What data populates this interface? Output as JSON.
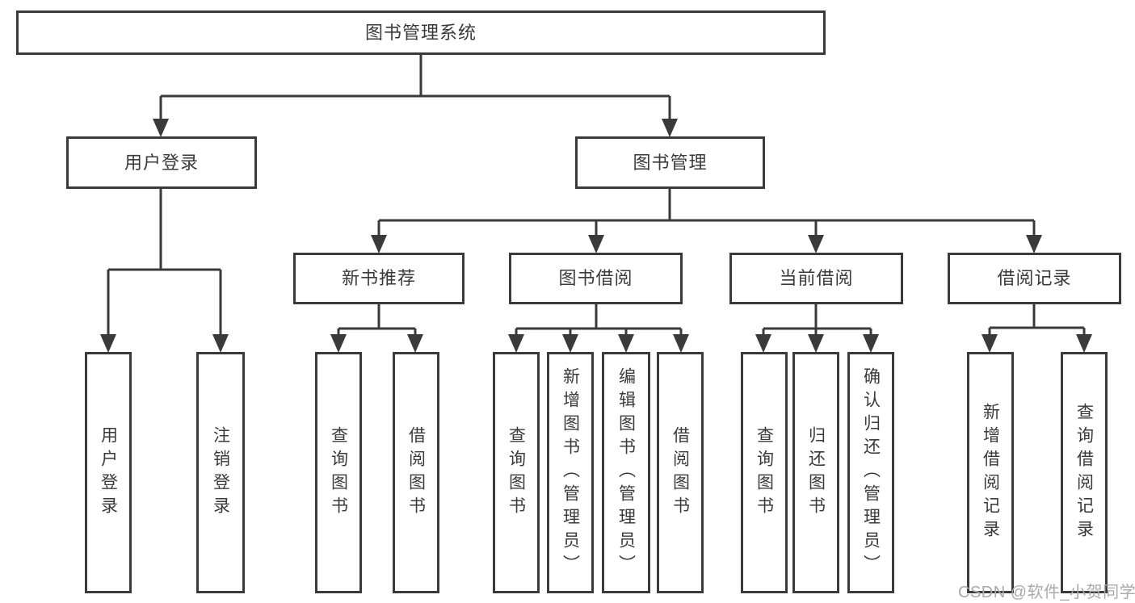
{
  "diagram": {
    "type": "hierarchy-tree",
    "title": "图书管理系统",
    "watermark": "CSDN @软件_小贺同学",
    "colors": {
      "line": "#3a3a3a",
      "box_border": "#3a3a3a",
      "text": "#3a3a3a",
      "background": "#ffffff",
      "watermark": "#a9a9a9"
    },
    "nodes": {
      "root": {
        "label": "图书管理系统"
      },
      "login": {
        "label": "用户登录"
      },
      "mgmt": {
        "label": "图书管理"
      },
      "recommend": {
        "label": "新书推荐"
      },
      "borrow": {
        "label": "图书借阅"
      },
      "current": {
        "label": "当前借阅"
      },
      "records": {
        "label": "借阅记录"
      },
      "login_user": {
        "label": "用户登录"
      },
      "login_logout": {
        "label": "注销登录"
      },
      "rec_query": {
        "label": "查询图书"
      },
      "rec_borrow": {
        "label": "借阅图书"
      },
      "bor_query": {
        "label": "查询图书"
      },
      "bor_add": {
        "label": "新增图书（管理员）"
      },
      "bor_edit": {
        "label": "编辑图书（管理员）"
      },
      "bor_borrow": {
        "label": "借阅图书"
      },
      "cur_query": {
        "label": "查询图书"
      },
      "cur_return": {
        "label": "归还图书"
      },
      "cur_confirm": {
        "label": "确认归还（管理员）"
      },
      "rcd_add": {
        "label": "新增借阅记录"
      },
      "rcd_query": {
        "label": "查询借阅记录"
      }
    },
    "structure": {
      "图书管理系统": [
        "用户登录",
        "图书管理"
      ],
      "用户登录": [
        "用户登录",
        "注销登录"
      ],
      "图书管理": [
        "新书推荐",
        "图书借阅",
        "当前借阅",
        "借阅记录"
      ],
      "新书推荐": [
        "查询图书",
        "借阅图书"
      ],
      "图书借阅": [
        "查询图书",
        "新增图书（管理员）",
        "编辑图书（管理员）",
        "借阅图书"
      ],
      "当前借阅": [
        "查询图书",
        "归还图书",
        "确认归还（管理员）"
      ],
      "借阅记录": [
        "新增借阅记录",
        "查询借阅记录"
      ]
    }
  }
}
